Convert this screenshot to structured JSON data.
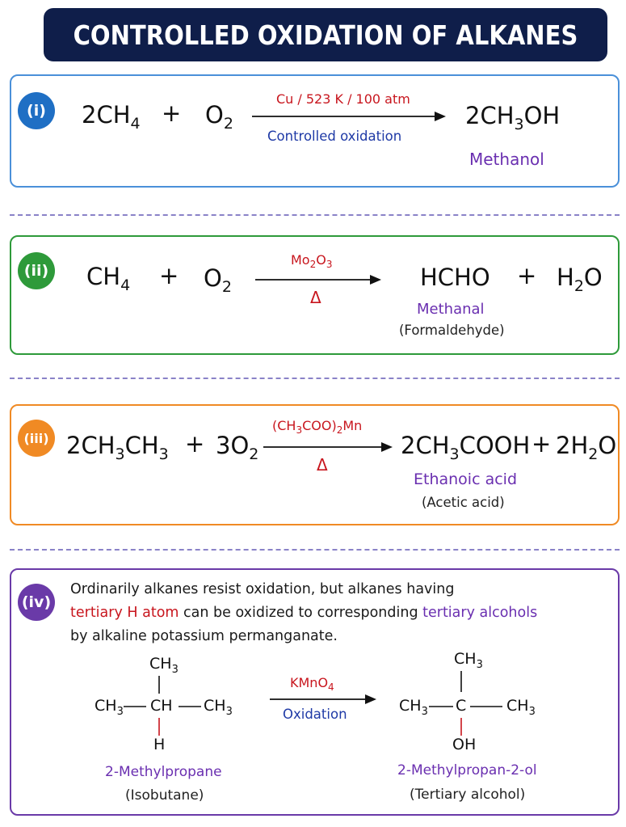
{
  "title": "CONTROLLED OXIDATION OF ALKANES",
  "colors": {
    "title_bg": "#0f1e4a",
    "box1": "#4a90d9",
    "box2": "#2e9a3a",
    "box3": "#f08a24",
    "box4": "#6a3aa8",
    "red": "#c8161e",
    "blue": "#1f3aa6",
    "purple": "#6a2fb0"
  },
  "reactions": [
    {
      "badge": "(i)",
      "reactant_1": "2CH4",
      "reactant_2": "O2",
      "plus": "+",
      "condition_top": "Cu / 523 K / 100 atm",
      "condition_bottom": "Controlled oxidation",
      "product_1": "2CH3OH",
      "product_name": "Methanol"
    },
    {
      "badge": "(ii)",
      "reactant_1": "CH4",
      "reactant_2": "O2",
      "plus": "+",
      "condition_top": "Mo2O3",
      "condition_bottom": "Δ",
      "product_1": "HCHO",
      "product_2": "H2O",
      "product_name": "Methanal",
      "product_alt_name": "(Formaldehyde)"
    },
    {
      "badge": "(iii)",
      "reactant_1": "2CH3CH3",
      "reactant_2": "3O2",
      "plus": "+",
      "condition_top": "(CH3COO)2Mn",
      "condition_bottom": "Δ",
      "product_1": "2CH3COOH",
      "product_2": "2H2O",
      "product_name": "Ethanoic acid",
      "product_alt_name": "(Acetic acid)"
    }
  ],
  "section_iv": {
    "badge": "(iv)",
    "line1": "Ordinarily alkanes resist oxidation, but alkanes having",
    "line2_highlight": "tertiary H atom",
    "line2_middle": " can be oxidized to corresponding ",
    "line2_end_highlight": "tertiary alcohols",
    "line3": "by alkaline potassium permanganate.",
    "reactant": {
      "top": "CH3",
      "left": "CH3",
      "center": "CH",
      "right": "CH3",
      "bottom": "H",
      "name": "2-Methylpropane",
      "alt_name": "(Isobutane)"
    },
    "condition_top": "KMnO4",
    "condition_bottom": "Oxidation",
    "product": {
      "top": "CH3",
      "left": "CH3",
      "center": "C",
      "right": "CH3",
      "bottom": "OH",
      "name": "2-Methylpropan-2-ol",
      "alt_name": "(Tertiary alcohol)"
    }
  }
}
